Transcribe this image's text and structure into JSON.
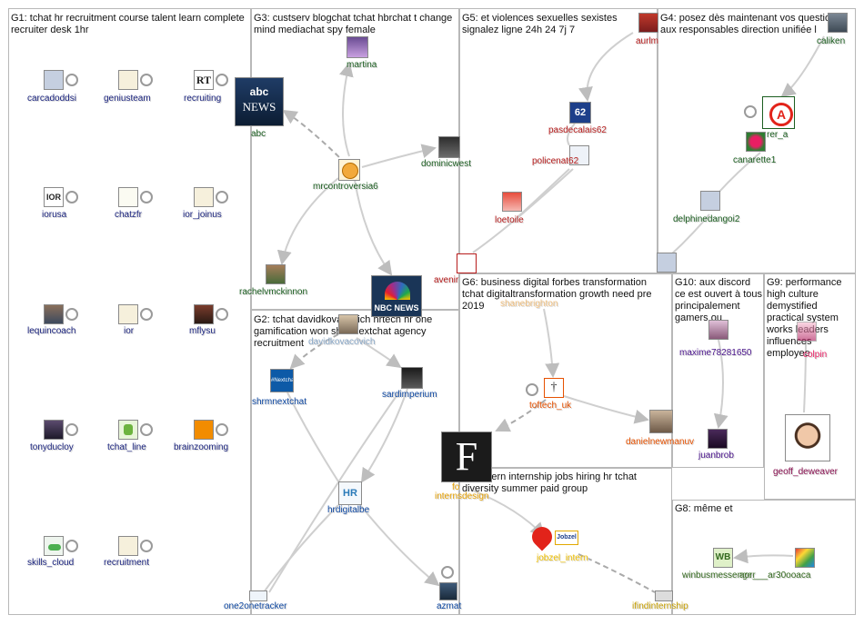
{
  "groups": [
    {
      "id": "g1",
      "title": "G1: tchat hr recruitment course talent learn complete recruiter desk 1hr"
    },
    {
      "id": "g3",
      "title": "G3: custserv blogchat tchat hbrchat t change mind mediachat spy female"
    },
    {
      "id": "g5",
      "title": "G5: et violences sexuelles sexistes signalez ligne 24h 24 7j 7"
    },
    {
      "id": "g4",
      "title": "G4: posez dès maintenant vos questions aux responsables direction unifiée l"
    },
    {
      "id": "g2",
      "title": "G2: tchat davidkovacovich hrtech hr one gamification won shrmnextchat agency recruitment"
    },
    {
      "id": "g6",
      "title": "G6: business digital forbes transformation tchat digitaltransformation growth need pre 2019"
    },
    {
      "id": "g10",
      "title": "G10: aux discord ce est ouvert à tous principalement gamers ou"
    },
    {
      "id": "g9",
      "title": "G9: performance high culture demystified practical system works leaders influences employee"
    },
    {
      "id": "g7",
      "title": "G7: intern internship jobs hiring hr tchat diversity summer paid group"
    },
    {
      "id": "g8",
      "title": "G8: même et"
    }
  ],
  "nodes": [
    {
      "id": "carcadoddsi",
      "label": "carcadoddsi",
      "icon": "person-icon",
      "color": "#1a237e"
    },
    {
      "id": "geniusteam",
      "label": "geniusteam",
      "icon": "crest-logo-icon",
      "color": "#1a237e"
    },
    {
      "id": "recruiting",
      "label": "recruiting",
      "icon": "rt-logo-icon",
      "color": "#1a237e"
    },
    {
      "id": "iorusa",
      "label": "iorusa",
      "icon": "ior-logo-icon",
      "color": "#1a237e"
    },
    {
      "id": "chatzfr",
      "label": "chatzfr",
      "icon": "sketch-logo-icon",
      "color": "#1a237e"
    },
    {
      "id": "ior_joinus",
      "label": "ior_joinus",
      "icon": "crest-logo-icon",
      "color": "#1a237e"
    },
    {
      "id": "lequincoach",
      "label": "lequincoach",
      "icon": "person-photo-icon",
      "color": "#1a237e"
    },
    {
      "id": "ior",
      "label": "ior",
      "icon": "crest-logo-icon",
      "color": "#1a237e"
    },
    {
      "id": "mflysu",
      "label": "mflysu",
      "icon": "person-photo-icon",
      "color": "#1a237e"
    },
    {
      "id": "tonyducloy",
      "label": "tonyducloy",
      "icon": "person-photo-icon",
      "color": "#1a237e"
    },
    {
      "id": "tchat_line",
      "label": "tchat_line",
      "icon": "green-logo-icon",
      "color": "#1a237e"
    },
    {
      "id": "brainzooming",
      "label": "brainzooming",
      "icon": "orange-logo-icon",
      "color": "#1a237e"
    },
    {
      "id": "skills_cloud",
      "label": "skills_cloud",
      "icon": "cloud-logo-icon",
      "color": "#1a237e"
    },
    {
      "id": "recruitment",
      "label": "recruitment",
      "icon": "crest-logo-icon",
      "color": "#1a237e"
    },
    {
      "id": "abc",
      "label": "abc",
      "icon": "abc-news-logo-icon",
      "logo": "abc",
      "logo_sub": "NEWS",
      "color": "#1b5e20"
    },
    {
      "id": "martina",
      "label": "martina",
      "icon": "person-photo-icon",
      "color": "#1b5e20"
    },
    {
      "id": "dominicwest",
      "label": "dominicwest",
      "icon": "person-photo-icon",
      "color": "#1b5e20"
    },
    {
      "id": "mrcontroversia6",
      "label": "mrcontroversia6",
      "icon": "smiley-icon",
      "color": "#1b5e20"
    },
    {
      "id": "rachelvmckinnon",
      "label": "rachelvmckinnon",
      "icon": "person-photo-icon",
      "color": "#1b5e20"
    },
    {
      "id": "nbcnews",
      "label": "",
      "icon": "nbc-news-logo-icon",
      "logo": "NBC NEWS",
      "color": "#1b5e20"
    },
    {
      "id": "aurlm",
      "label": "aurlm",
      "icon": "person-photo-icon",
      "color": "#b71c1c"
    },
    {
      "id": "pasdecalais62",
      "label": "pasdecalais62",
      "icon": "num62-logo-icon",
      "logo": "62",
      "color": "#b71c1c"
    },
    {
      "id": "policenat62",
      "label": "policenat62",
      "icon": "police-logo-icon",
      "color": "#b71c1c"
    },
    {
      "id": "loetoile",
      "label": "loetoile",
      "icon": "person-photo-icon",
      "color": "#b71c1c"
    },
    {
      "id": "avenir",
      "label": "avenir",
      "icon": "text-logo-icon",
      "color": "#b71c1c"
    },
    {
      "id": "caliken",
      "label": "caliken",
      "icon": "person-photo-icon",
      "color": "#1b5e20"
    },
    {
      "id": "rer_a",
      "label": "rer_a",
      "icon": "rer-logo-icon",
      "logo": "A",
      "color": "#1b5e20"
    },
    {
      "id": "canarette1",
      "label": "canarette1",
      "icon": "flower-photo-icon",
      "color": "#1b5e20"
    },
    {
      "id": "delphinedangoi2",
      "label": "delphinedangoi2",
      "icon": "person-icon",
      "color": "#1b5e20"
    },
    {
      "id": "g4bottom",
      "label": "",
      "icon": "person-icon",
      "color": "#1b5e20"
    },
    {
      "id": "davidkovacovich",
      "label": "davidkovacovich",
      "icon": "person-photo-icon",
      "color": "#8aa8c8"
    },
    {
      "id": "shrmnextchat",
      "label": "shrmnextchat",
      "icon": "shrm-logo-icon",
      "logo": "#Nextchat",
      "color": "#0d47a1"
    },
    {
      "id": "sardimperium",
      "label": "sardimperium",
      "icon": "person-photo-icon",
      "color": "#0d47a1"
    },
    {
      "id": "hrdigitalbe",
      "label": "hrdigitalbe",
      "icon": "hr-logo-icon",
      "logo": "HR",
      "color": "#0d47a1"
    },
    {
      "id": "one2onetracker",
      "label": "one2onetracker",
      "icon": "tracker-logo-icon",
      "color": "#0d47a1"
    },
    {
      "id": "azmat",
      "label": "azmat",
      "icon": "person-photo-icon",
      "color": "#0d47a1"
    },
    {
      "id": "shanebrighton",
      "label": "shanebrighton",
      "icon": "person-photo-icon",
      "color": "#f0c080"
    },
    {
      "id": "toftech_uk",
      "label": "toftech_uk",
      "icon": "cross-logo-icon",
      "color": "#e65100"
    },
    {
      "id": "danielnewmanuv",
      "label": "danielnewmanuv",
      "icon": "person-photo-icon",
      "color": "#e65100"
    },
    {
      "id": "forbes",
      "label": "fo",
      "icon": "forbes-logo-icon",
      "logo": "F",
      "color": "#e6a000"
    },
    {
      "id": "maxime78281650",
      "label": "maxime78281650",
      "icon": "person-photo-icon",
      "color": "#4a148c"
    },
    {
      "id": "juanbrob",
      "label": "juanbrob",
      "icon": "person-photo-icon",
      "color": "#4a148c"
    },
    {
      "id": "colpin",
      "label": "colpin",
      "icon": "person-photo-icon",
      "color": "#e91e63"
    },
    {
      "id": "geoff_deweaver",
      "label": "geoff_deweaver",
      "icon": "person-photo-icon",
      "color": "#880e4f"
    },
    {
      "id": "internsdesign",
      "label": "internsdesign",
      "icon": "person-icon",
      "color": "#e6a000"
    },
    {
      "id": "jobzel_intern",
      "label": "jobzel_intern",
      "icon": "jobzel-logo-icon",
      "logo": "Jobzel",
      "color": "#f0c000"
    },
    {
      "id": "ifindinternship",
      "label": "ifindinternship",
      "icon": "person-icon",
      "color": "#c8a000"
    },
    {
      "id": "winbusmessenger",
      "label": "winbusmessenger",
      "icon": "wb-logo-icon",
      "logo": "WB",
      "color": "#33691e"
    },
    {
      "id": "aor_ar30ooaca",
      "label": "aor___ar30ooaca",
      "icon": "colorful-logo-icon",
      "color": "#33691e"
    }
  ]
}
